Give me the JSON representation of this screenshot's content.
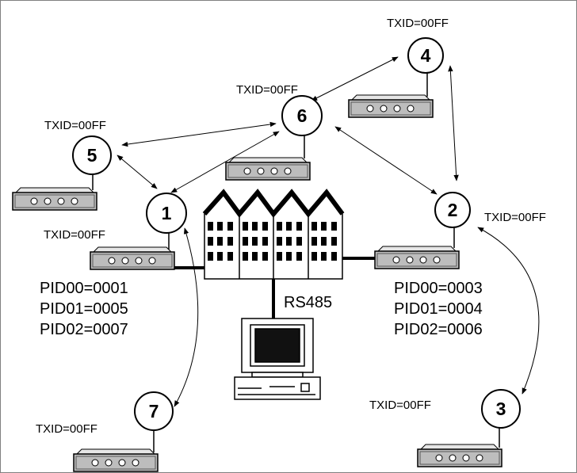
{
  "nodes": [
    {
      "number": "1",
      "txid": "TXID=00FF",
      "pids": [
        "PID00=0001",
        "PID01=0005",
        "PID02=0007"
      ]
    },
    {
      "number": "2",
      "txid": "TXID=00FF",
      "pids": [
        "PID00=0003",
        "PID01=0004",
        "PID02=0006"
      ]
    },
    {
      "number": "3",
      "txid": "TXID=00FF"
    },
    {
      "number": "4",
      "txid": "TXID=00FF"
    },
    {
      "number": "5",
      "txid": "TXID=00FF"
    },
    {
      "number": "6",
      "txid": "TXID=00FF"
    },
    {
      "number": "7",
      "txid": "TXID=00FF"
    }
  ],
  "bus_label": "RS485",
  "colors": {
    "line": "#000000",
    "modem_body": "#bdbdbd",
    "modem_top": "#e6e6e6",
    "background": "#ffffff",
    "border": "#808080"
  }
}
